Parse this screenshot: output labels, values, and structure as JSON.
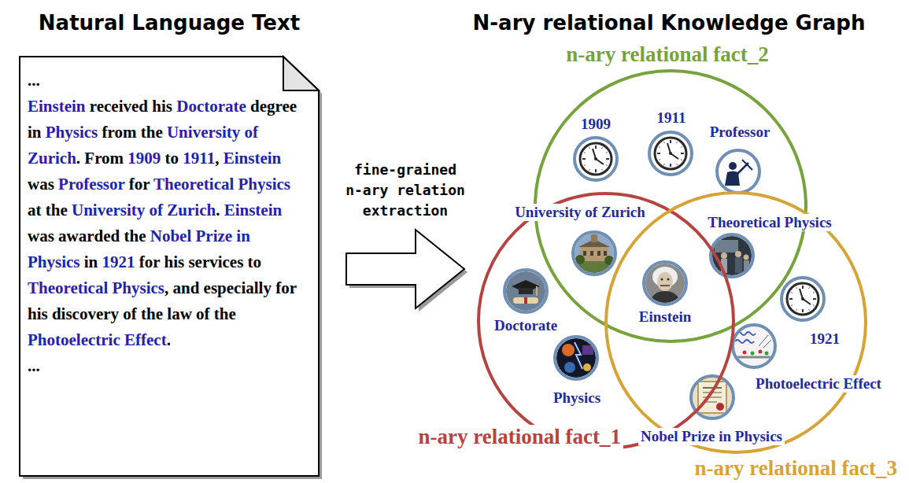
{
  "diagram": {
    "nodes": [
      {
        "text": [
          "...",
          "Einstein",
          "received his",
          "Doctorate",
          "degree in",
          "Physics",
          "from the",
          "University of Zurich",
          ". From",
          "1909",
          "to",
          "1911",
          ",",
          "Einstein",
          "was",
          "Professor",
          "for",
          "Theoretical Physics",
          "at the",
          "University of Zurich",
          ".",
          "Einstein",
          "was awarded the",
          "Nobel Prize in Physics",
          "in",
          "1921",
          "for his services to",
          "Theoretical Physics",
          ", and especially for his discovery of the law of the",
          "Photoelectric Effect",
          ".",
          "..."
        ]
      },
      {
        "text": [
          "n-ary relational fact_2"
        ]
      },
      {
        "text": [
          "n-ary relational fact_1"
        ]
      },
      {
        "text": [
          "n-ary relational fact_3"
        ]
      }
    ],
    "labels": [
      "Natural Language Text",
      "N-ary relational Knowledge Graph",
      "fine-grained n-ary relation extraction",
      "1909",
      "1911",
      "Professor",
      "University of Zurich",
      "Theoretical Physics",
      "Einstein",
      "Doctorate",
      "1921",
      "Physics",
      "Photoelectric Effect",
      "Nobel Prize in Physics"
    ]
  }
}
